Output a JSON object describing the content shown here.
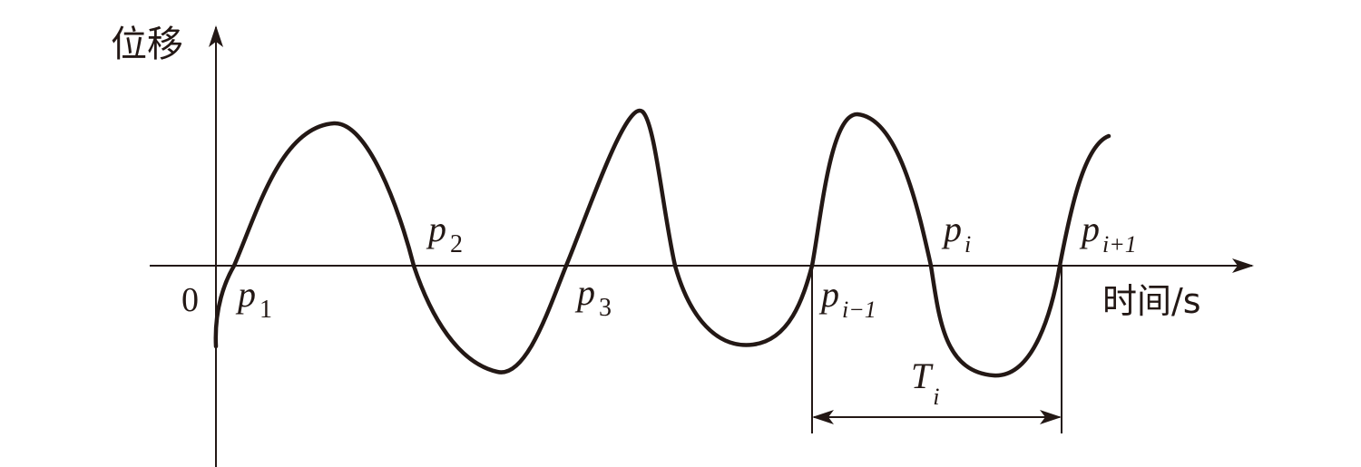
{
  "axes": {
    "y_label": "位移",
    "x_label": "时间/s",
    "origin_label": "0"
  },
  "points": [
    {
      "base": "p",
      "sub": "1"
    },
    {
      "base": "p",
      "sub": "2"
    },
    {
      "base": "p",
      "sub": "3"
    },
    {
      "base": "p",
      "sub": "i−1"
    },
    {
      "base": "p",
      "sub": "i"
    },
    {
      "base": "p",
      "sub": "i+1"
    }
  ],
  "period": {
    "base": "T",
    "sub": "i"
  },
  "colors": {
    "ink": "#231815",
    "background": "#ffffff"
  }
}
